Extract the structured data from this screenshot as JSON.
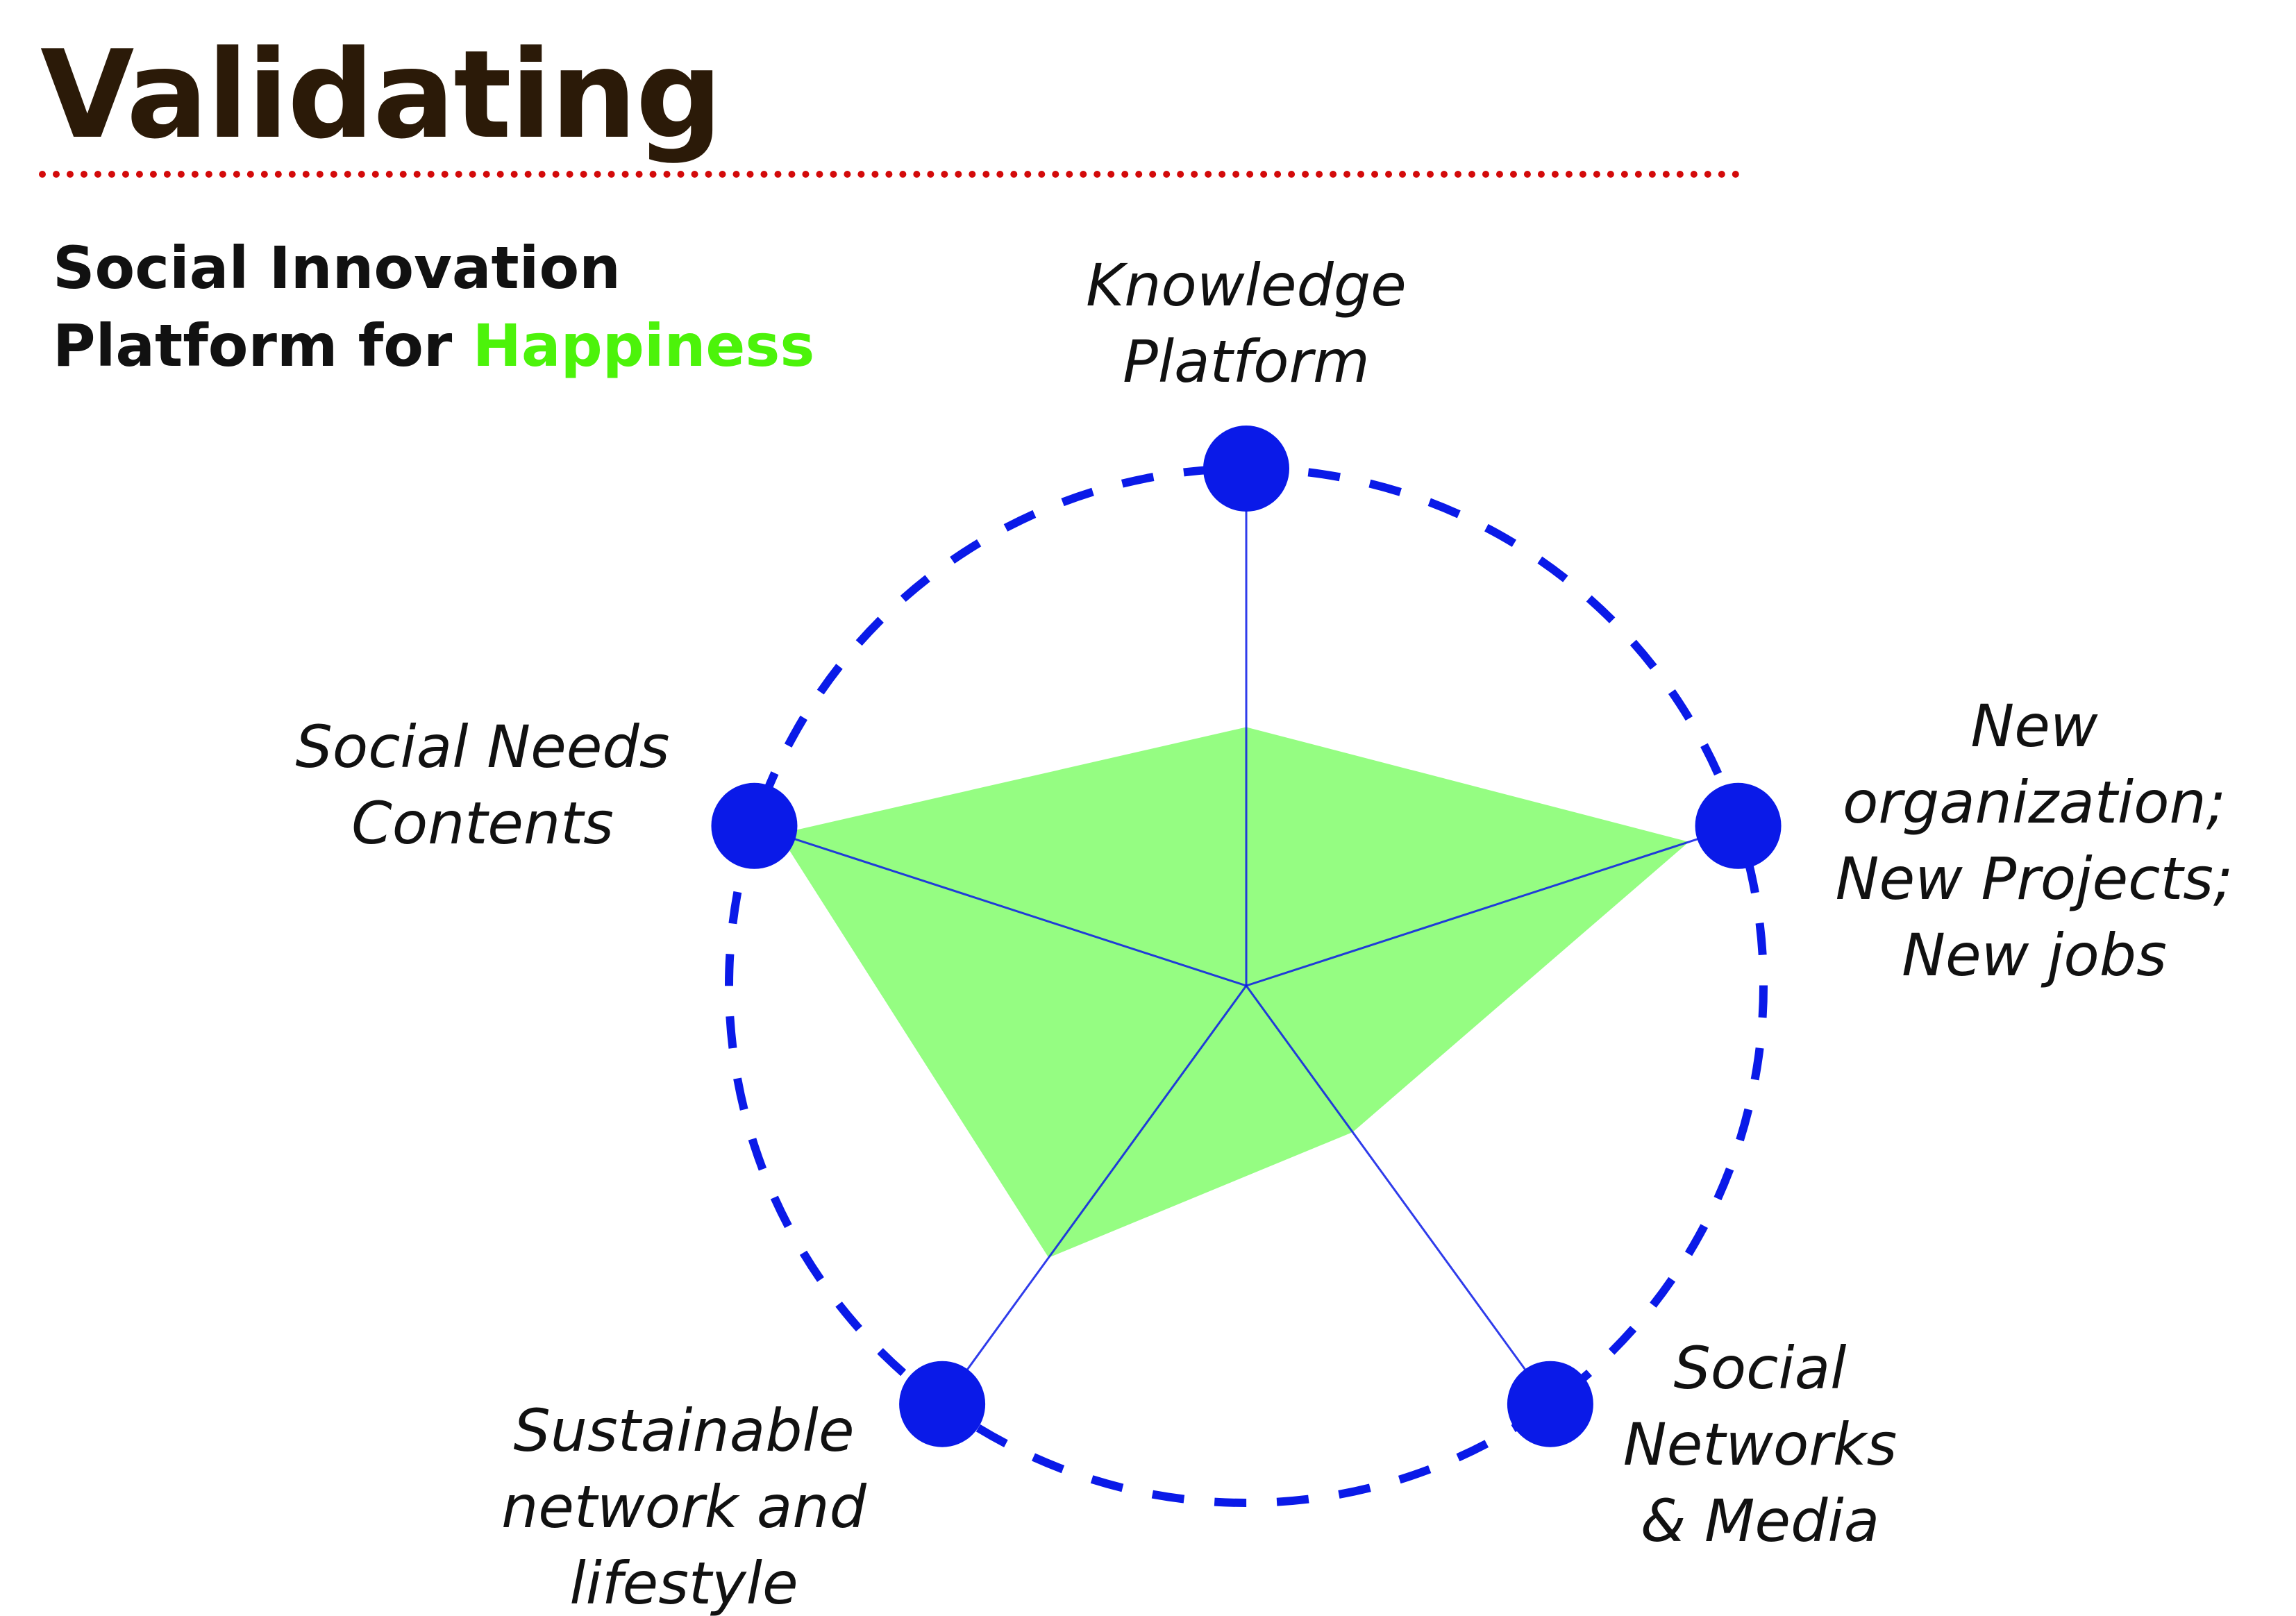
{
  "header": {
    "title": "Validating",
    "subtitle_line1": "Social Innovation",
    "subtitle_line2_prefix": "Platform for ",
    "subtitle_line2_accent": "Happiness"
  },
  "colors": {
    "title": "#2b1a08",
    "rule": "#d30a0a",
    "accent_green": "#4cf30a",
    "marker_blue": "#0a1ae8",
    "fill_green": "#95fd82",
    "axis_line": "#0a1ae8"
  },
  "chart_data": {
    "type": "radar",
    "title": "Social Innovation Platform for Happiness",
    "axes": [
      {
        "id": "knowledge",
        "label_lines": [
          "Knowledge",
          "Platform"
        ]
      },
      {
        "id": "new-org",
        "label_lines": [
          "New",
          "organization;",
          "New Projects;",
          "New jobs"
        ]
      },
      {
        "id": "social-networks",
        "label_lines": [
          "Social",
          "Networks",
          "& Media"
        ]
      },
      {
        "id": "sustainable",
        "label_lines": [
          "Sustainable",
          "network and",
          "lifestyle"
        ]
      },
      {
        "id": "social-needs",
        "label_lines": [
          "Social Needs",
          "Contents"
        ]
      }
    ],
    "series": [
      {
        "name": "Happiness",
        "values": [
          0.5,
          0.9,
          0.35,
          0.65,
          0.95
        ]
      }
    ],
    "range": [
      0,
      1
    ],
    "outer_ring": "dashed",
    "grid": false,
    "legend": "none"
  }
}
